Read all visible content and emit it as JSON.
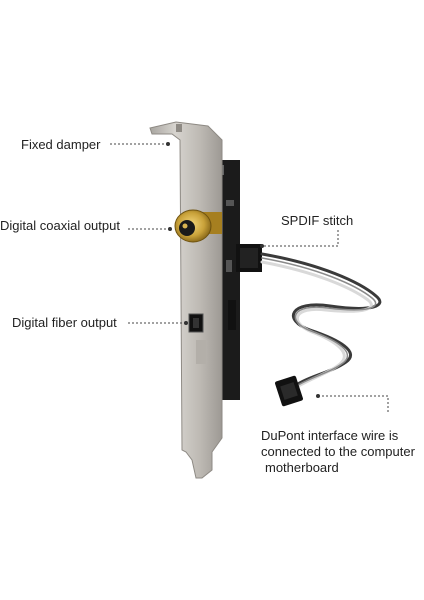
{
  "labels": {
    "fixed_damper": "Fixed damper",
    "digital_coaxial_output": "Digital coaxial output",
    "digital_fiber_output": "Digital fiber output",
    "spdif_stitch": "SPDIF stitch",
    "dupont_line1": "DuPont interface wire is",
    "dupont_line2": "connected to the computer",
    "dupont_line3": "motherboard"
  },
  "colors": {
    "background": "#ffffff",
    "bracket": "#c8c5c0",
    "pcb": "#1b1b1b",
    "connector_gold": "#c9a23a",
    "wire_light": "#d9d9d9",
    "wire_dark": "#3a3a3a",
    "leader_line": "#444444"
  },
  "icons": [
    "coaxial-jack-icon",
    "optical-port-icon",
    "dupont-connector-icon"
  ]
}
